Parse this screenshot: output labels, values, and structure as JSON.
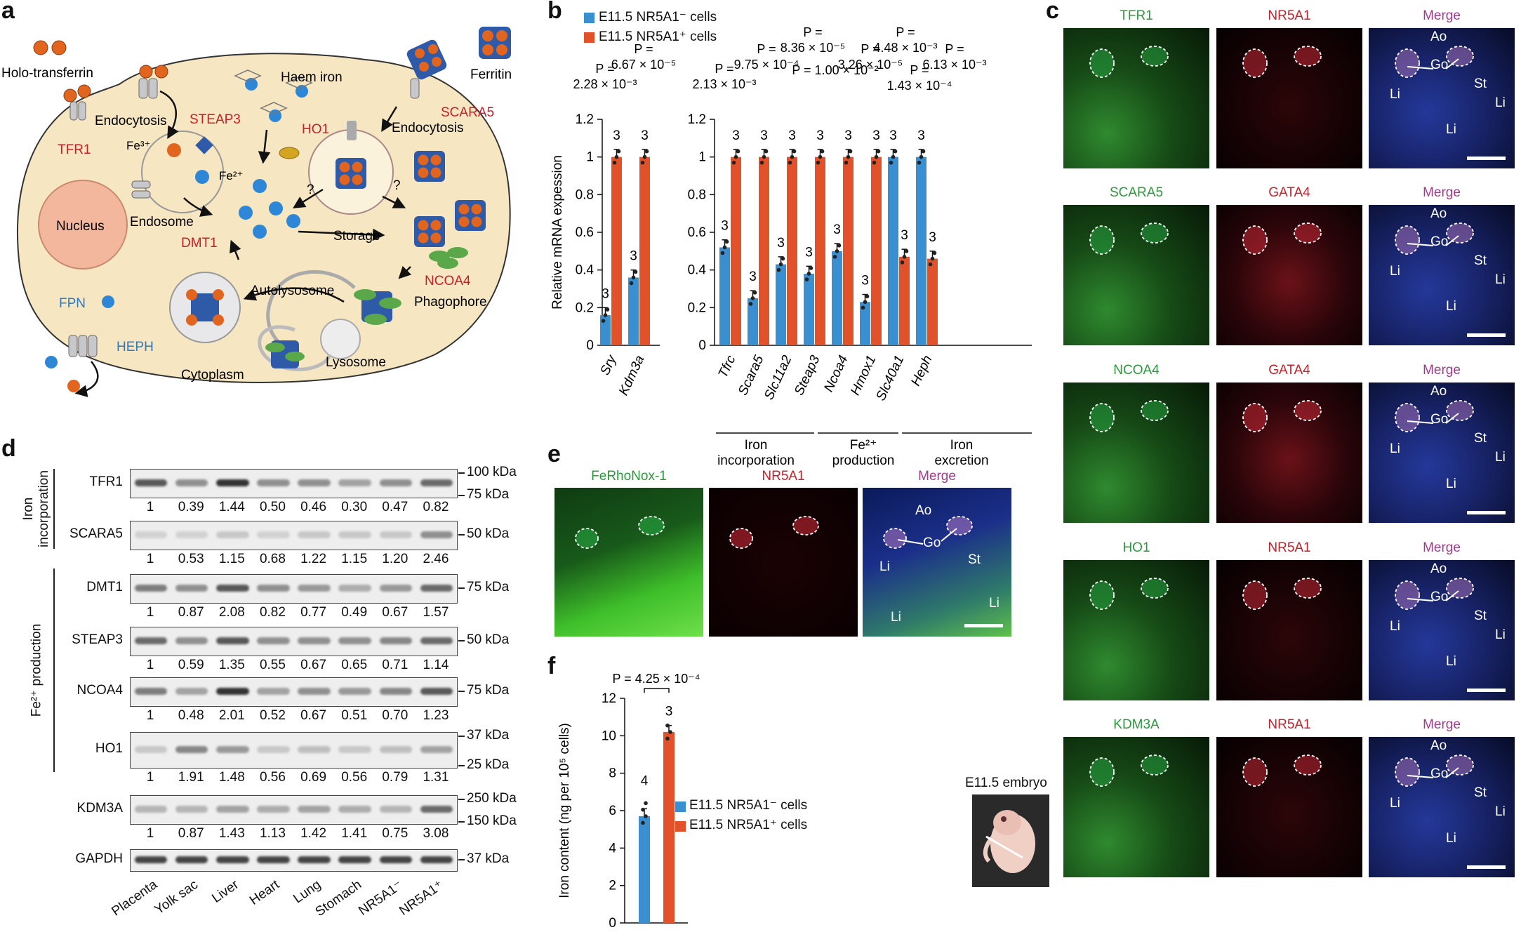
{
  "panels": {
    "a": "a",
    "b": "b",
    "c": "c",
    "d": "d",
    "e": "e",
    "f": "f"
  },
  "colors": {
    "blue": "#3a8fd0",
    "red": "#e2522a",
    "green_text": "#2a9a3a",
    "red_text": "#c8202a",
    "purple_text": "#a03c8c",
    "cell_fill": "#f6e6c2",
    "nucleus": "#f2b79c"
  },
  "panel_a": {
    "labels": {
      "holo_transferrin": "Holo-transferrin",
      "endocytosis1": "Endocytosis",
      "steap3": "STEAP3",
      "tfr1": "TFR1",
      "fe3": "Fe³⁺",
      "fe2": "Fe²⁺",
      "haem_iron": "Haem iron",
      "ho1": "HO1",
      "scara5": "SCARA5",
      "endocytosis2": "Endocytosis",
      "ferritin": "Ferritin",
      "nucleus": "Nucleus",
      "endosome": "Endosome",
      "dmt1": "DMT1",
      "storage": "Storage",
      "ncoa4": "NCOA4",
      "autolysosome": "Autolysosome",
      "phagophore": "Phagophore",
      "lysosome": "Lysosome",
      "cytoplasm": "Cytoplasm",
      "fpn": "FPN",
      "heph": "HEPH",
      "q1": "?",
      "q2": "?"
    }
  },
  "panel_b": {
    "legend": [
      "E11.5 NR5A1⁻ cells",
      "E11.5 NR5A1⁺ cells"
    ],
    "ylabel": "Relative mRNA expession",
    "yticks": [
      "0",
      "0.2",
      "0.4",
      "0.6",
      "0.8",
      "1",
      "1.2"
    ],
    "groups": [
      {
        "label": "Iron\nincorporation"
      },
      {
        "label": "Fe²⁺\nproduction"
      },
      {
        "label": "Iron\nexcretion"
      }
    ],
    "pvalues": [
      "P =\n2.28 × 10⁻³",
      "P =\n6.67 × 10⁻⁵",
      "P =\n2.13 × 10⁻³",
      "P =\n9.75 × 10⁻⁴",
      "P =\n8.36 × 10⁻⁵",
      "P = 1.00 × 10⁻²",
      "P =\n3.26 × 10⁻⁵",
      "P =\n4.48 × 10⁻³",
      "P =\n1.43 × 10⁻⁴",
      "P =\n6.13 × 10⁻³"
    ]
  },
  "chart_data": [
    {
      "type": "bar",
      "title": "",
      "ylabel": "Relative mRNA expession",
      "ylim": [
        0,
        1.2
      ],
      "categories": [
        "Sry",
        "Kdm3a",
        "Tfrc",
        "Scara5",
        "Slc11a2",
        "Steap3",
        "Ncoa4",
        "Hmox1",
        "Slc40a1",
        "Heph"
      ],
      "series": [
        {
          "name": "E11.5 NR5A1⁻ cells",
          "values": [
            0.16,
            0.36,
            0.52,
            0.25,
            0.43,
            0.38,
            0.5,
            0.23,
            1.0,
            1.0
          ],
          "n": [
            3,
            3,
            3,
            3,
            3,
            3,
            3,
            3,
            3,
            3
          ]
        },
        {
          "name": "E11.5 NR5A1⁺ cells",
          "values": [
            1.0,
            1.0,
            1.0,
            1.0,
            1.0,
            1.0,
            1.0,
            1.0,
            0.47,
            0.46
          ],
          "n": [
            3,
            3,
            3,
            3,
            3,
            3,
            3,
            3,
            3,
            3
          ]
        }
      ]
    },
    {
      "type": "bar",
      "title": "",
      "ylabel": "Iron content (ng per 10⁵ cells)",
      "ylim": [
        0,
        12
      ],
      "categories": [
        "E11.5 NR5A1⁻ cells",
        "E11.5 NR5A1⁺ cells"
      ],
      "values": [
        5.7,
        10.2
      ],
      "n": [
        4,
        3
      ],
      "pvalue": "P = 4.25 × 10⁻⁴"
    }
  ],
  "panel_c": {
    "rows": [
      {
        "left": "TFR1",
        "mid": "NR5A1",
        "right": "Merge"
      },
      {
        "left": "SCARA5",
        "mid": "GATA4",
        "right": "Merge"
      },
      {
        "left": "NCOA4",
        "mid": "GATA4",
        "right": "Merge"
      },
      {
        "left": "HO1",
        "mid": "NR5A1",
        "right": "Merge"
      },
      {
        "left": "KDM3A",
        "mid": "NR5A1",
        "right": "Merge"
      }
    ],
    "tissue": {
      "ao": "Ao",
      "go": "Go",
      "st": "St",
      "li": "Li"
    },
    "embryo_label": "E11.5 embryo"
  },
  "panel_d": {
    "side_groups": [
      "Iron\nincorporation",
      "Fe²⁺ production"
    ],
    "rows": [
      {
        "protein": "TFR1",
        "kda": [
          "100 kDa",
          "75 kDa"
        ],
        "quant": [
          "1",
          "0.39",
          "1.44",
          "0.50",
          "0.46",
          "0.30",
          "0.47",
          "0.82"
        ]
      },
      {
        "protein": "SCARA5",
        "kda": [
          "50 kDa"
        ],
        "quant": [
          "1",
          "0.53",
          "1.15",
          "0.68",
          "1.22",
          "1.15",
          "1.20",
          "2.46"
        ]
      },
      {
        "protein": "DMT1",
        "kda": [
          "75 kDa"
        ],
        "quant": [
          "1",
          "0.87",
          "2.08",
          "0.82",
          "0.77",
          "0.49",
          "0.67",
          "1.57"
        ]
      },
      {
        "protein": "STEAP3",
        "kda": [
          "50 kDa"
        ],
        "quant": [
          "1",
          "0.59",
          "1.35",
          "0.55",
          "0.67",
          "0.65",
          "0.71",
          "1.14"
        ]
      },
      {
        "protein": "NCOA4",
        "kda": [
          "75 kDa"
        ],
        "quant": [
          "1",
          "0.48",
          "2.01",
          "0.52",
          "0.67",
          "0.51",
          "0.70",
          "1.23"
        ]
      },
      {
        "protein": "HO1",
        "kda": [
          "37 kDa",
          "25 kDa"
        ],
        "quant": [
          "1",
          "1.91",
          "1.48",
          "0.56",
          "0.69",
          "0.56",
          "0.79",
          "1.31"
        ]
      },
      {
        "protein": "KDM3A",
        "kda": [
          "250 kDa",
          "150 kDa"
        ],
        "quant": [
          "1",
          "0.87",
          "1.43",
          "1.13",
          "1.42",
          "1.41",
          "0.75",
          "3.08"
        ]
      },
      {
        "protein": "GAPDH",
        "kda": [
          "37 kDa"
        ],
        "quant": []
      }
    ],
    "lanes": [
      "Placenta",
      "Yolk sac",
      "Liver",
      "Heart",
      "Lung",
      "Stomach",
      "NR5A1⁻",
      "NR5A1⁺"
    ]
  },
  "panel_e": {
    "left": "FeRhoNox-1",
    "mid": "NR5A1",
    "right": "Merge"
  },
  "panel_f": {
    "ylabel": "Iron content (ng per 10⁵ cells)",
    "yticks": [
      "0",
      "2",
      "4",
      "6",
      "8",
      "10",
      "12"
    ],
    "legend": [
      "E11.5 NR5A1⁻ cells",
      "E11.5 NR5A1⁺ cells"
    ],
    "pvalue": "P = 4.25 × 10⁻⁴"
  }
}
